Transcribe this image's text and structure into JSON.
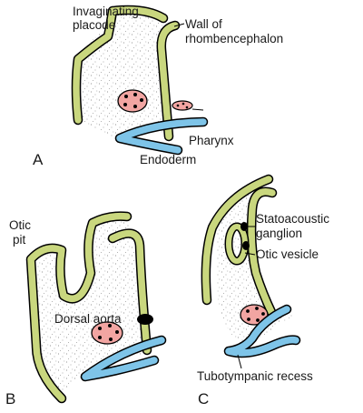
{
  "colors": {
    "neural_wall": "#c9d77e",
    "endoderm": "#7ec4e8",
    "dorsal_aorta": "#f2a5a2",
    "mesenchyme_dots": "#9a9a9a",
    "outline": "#000000"
  },
  "panels": {
    "A": {
      "letter": "A",
      "labels": {
        "invaginating_placode_line1": "Invaginating",
        "invaginating_placode_line2": "placode",
        "wall_line1": "Wall of",
        "wall_line2": "rhombencephalon",
        "pharynx": "Pharynx",
        "endoderm": "Endoderm"
      }
    },
    "B": {
      "letter": "B",
      "labels": {
        "otic_pit_line1": "Otic",
        "otic_pit_line2": "pit",
        "dorsal_aorta": "Dorsal aorta"
      }
    },
    "C": {
      "letter": "C",
      "labels": {
        "statoacoustic_line1": "Statoacoustic",
        "statoacoustic_line2": "ganglion",
        "otic_vesicle": "Otic vesicle",
        "tubotympanic_recess": "Tubotympanic recess"
      }
    }
  }
}
